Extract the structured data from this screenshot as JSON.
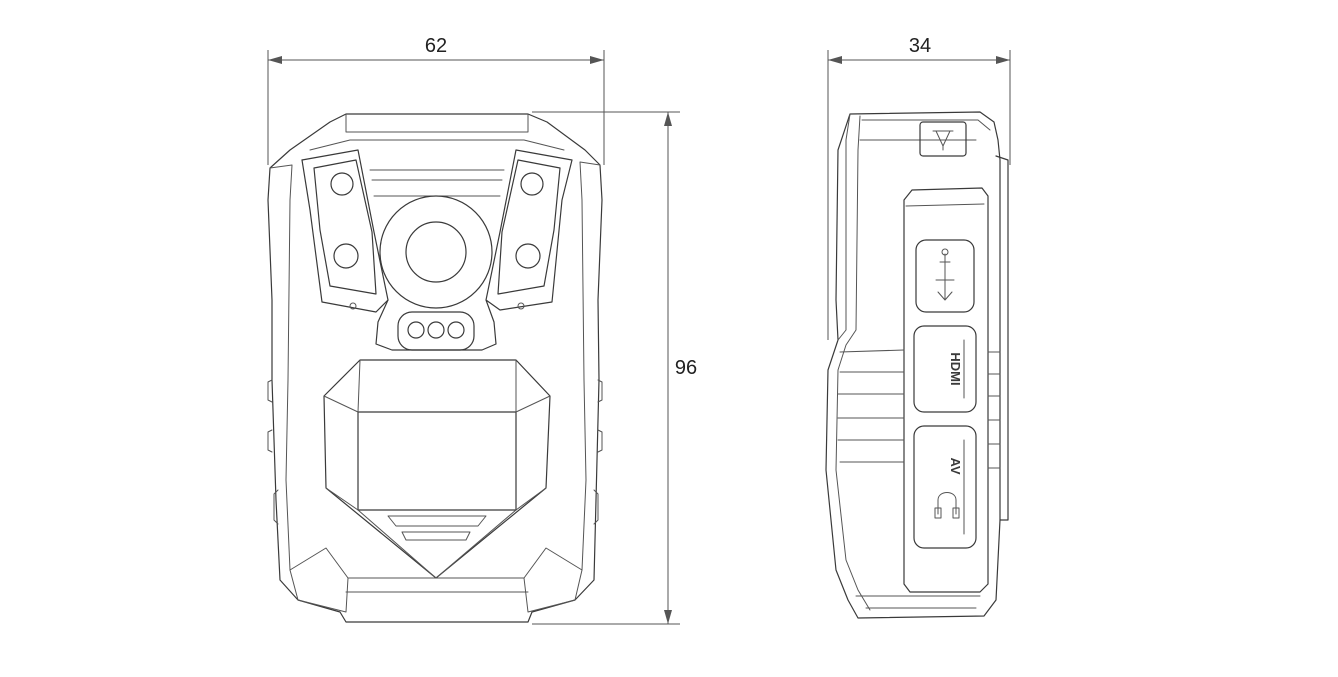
{
  "dimensions": {
    "front_width": "62",
    "height": "96",
    "side_depth": "34"
  },
  "ports": {
    "hdmi": "HDMI",
    "av": "AV"
  },
  "icons": {
    "usb": "usb-icon",
    "headphone": "headphone-icon",
    "flashlight": "flashlight-icon"
  },
  "colors": {
    "line": "#3a3a3a",
    "background": "#ffffff"
  }
}
